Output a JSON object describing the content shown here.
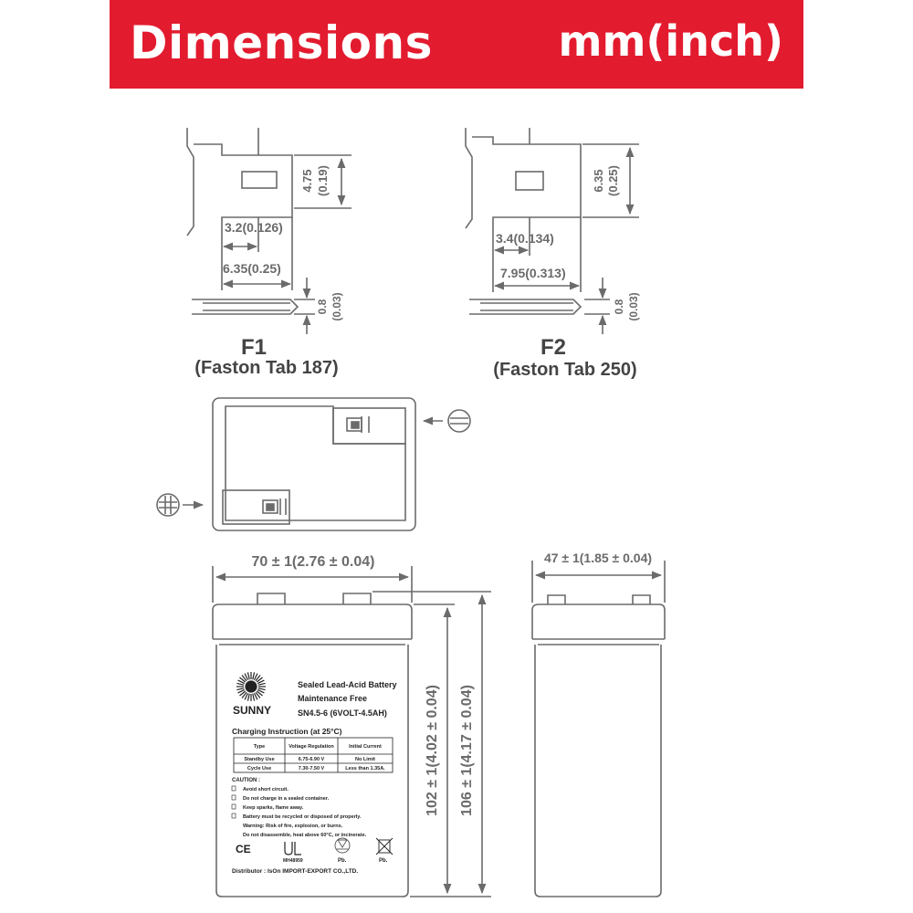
{
  "header": {
    "title": "Dimensions",
    "unit": "mm(inch)"
  },
  "f1": {
    "height": "4.75",
    "height_in": "(0.19)",
    "inner_w": "3.2(0.126)",
    "outer_w": "6.35(0.25)",
    "thick": "0.8",
    "thick_in": "(0.03)",
    "name": "F1",
    "desc": "(Faston Tab 187)"
  },
  "f2": {
    "height": "6.35",
    "height_in": "(0.25)",
    "inner_w": "3.4(0.134)",
    "outer_w": "7.95(0.313)",
    "thick": "0.8",
    "thick_in": "(0.03)",
    "name": "F2",
    "desc": "(Faston Tab 250)"
  },
  "battery": {
    "length": "70 ± 1(2.76 ± 0.04)",
    "width": "47 ± 1(1.85 ± 0.04)",
    "height_case": "102 ± 1(4.02 ± 0.04)",
    "height_total": "106 ± 1(4.17 ± 0.04)"
  },
  "label": {
    "brand": "SUNNY",
    "line1": "Sealed Lead-Acid Battery",
    "line2": "Maintenance Free",
    "model": "SN4.5-6 (6VOLT-4.5AH)",
    "charging_title": "Charging Instruction (at 25°C)",
    "table_headers": [
      "Type",
      "Voltage Regulation",
      "Initial Current"
    ],
    "table_rows": [
      [
        "Standby Use",
        "6.75-6.90 V",
        "No Limit"
      ],
      [
        "Cycle Use",
        "7.30-7.50 V",
        "Less than 1.35A."
      ]
    ],
    "caution_title": "CAUTION :",
    "cautions": [
      "Avoid short circuit.",
      "Do not charge in a sealed container.",
      "Keep sparks, flame away.",
      "Battery must be recycled or disposed of properly."
    ],
    "warning1": "Warning: Risk of fire, explosion, or burns.",
    "warning2": "Do not disassemble, heat above 60°C, or incinerate.",
    "ce": "CE",
    "ul": "MH48959",
    "pb1": "Pb.",
    "pb2": "Pb.",
    "distributor": "Distributor : IsOn IMPORT-EXPORT CO.,LTD."
  }
}
